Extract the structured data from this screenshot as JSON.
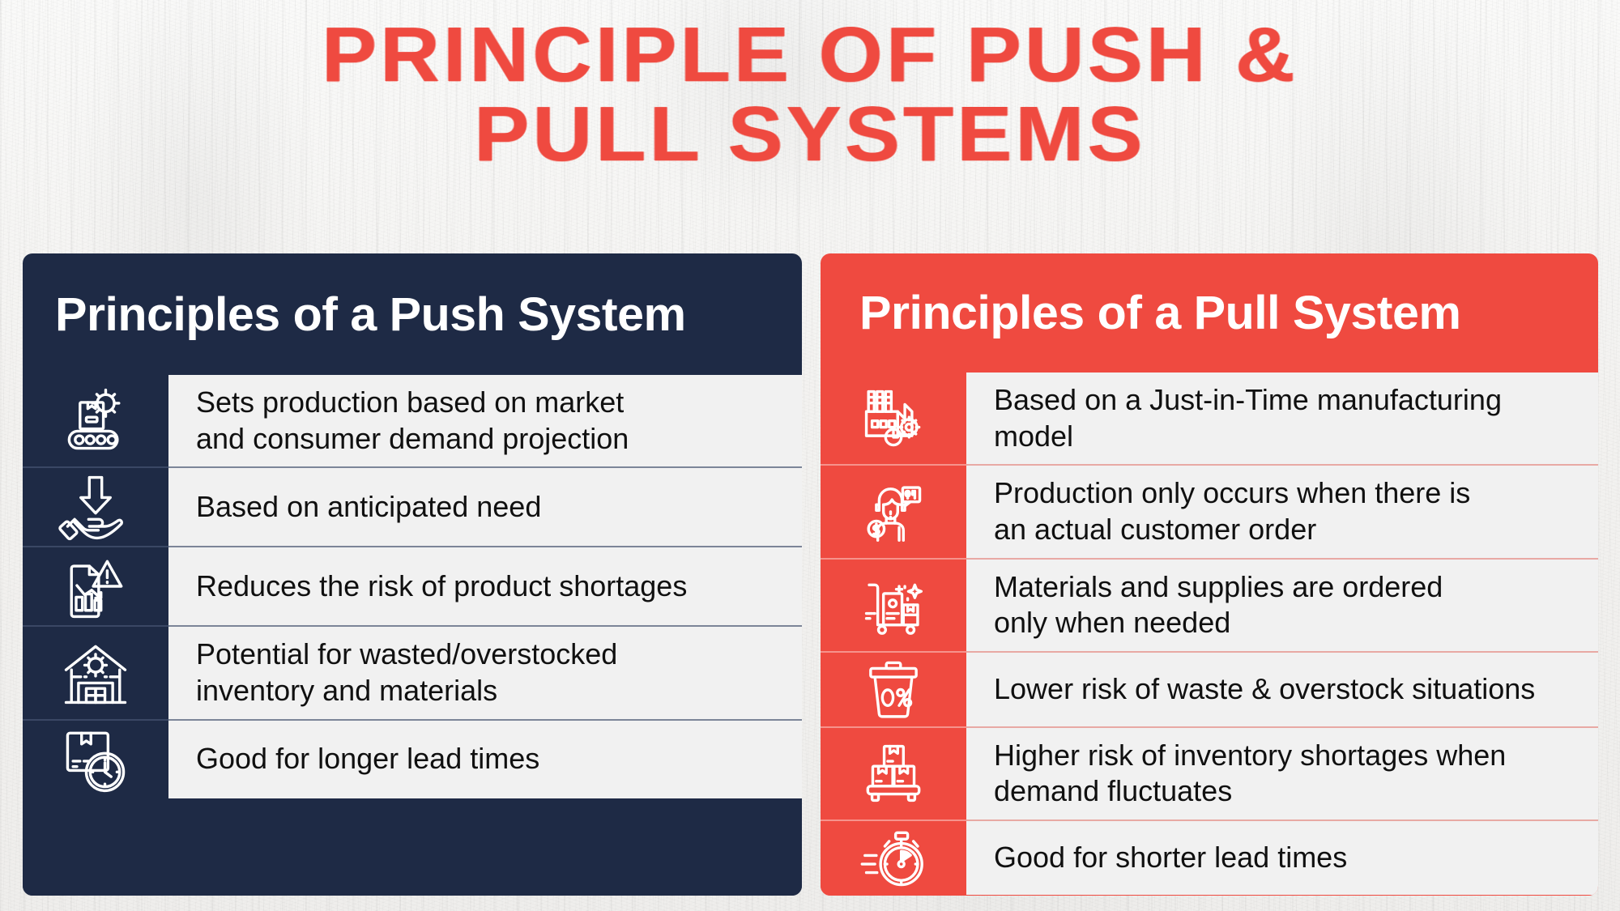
{
  "title": {
    "line1": "PRINCIPLE OF PUSH &",
    "line2": "PULL SYSTEMS",
    "color": "#ef4a40"
  },
  "colors": {
    "navy": "#1e2a45",
    "red": "#ef4a40",
    "row_bg": "#f1f1f1",
    "text": "#101010",
    "background": "#f4f3f1"
  },
  "push_panel": {
    "header": "Principles of a Push System",
    "accent": "#1e2a45",
    "rows": [
      {
        "icon": "conveyor-belt-gear-icon",
        "text": "Sets production based on market\nand consumer demand projection"
      },
      {
        "icon": "hand-down-arrow-icon",
        "text": "Based on anticipated need"
      },
      {
        "icon": "report-decline-warning-icon",
        "text": "Reduces the risk of product shortages"
      },
      {
        "icon": "warehouse-gear-icon",
        "text": "Potential for wasted/overstocked\ninventory and materials"
      },
      {
        "icon": "box-clock-icon",
        "text": "Good for longer lead times"
      }
    ]
  },
  "pull_panel": {
    "header": "Principles of a Pull System",
    "accent": "#ef4a40",
    "rows": [
      {
        "icon": "factory-gear-clock-icon",
        "text": "Based on a Just-in-Time manufacturing model"
      },
      {
        "icon": "customer-order-money-icon",
        "text": "Production only occurs when there is\nan actual customer order"
      },
      {
        "icon": "hand-truck-supplies-icon",
        "text": "Materials and supplies are ordered\nonly when needed"
      },
      {
        "icon": "trash-zero-percent-icon",
        "text": "Lower risk of waste & overstock situations"
      },
      {
        "icon": "stacked-boxes-pallet-icon",
        "text": "Higher risk of inventory shortages when\ndemand fluctuates"
      },
      {
        "icon": "fast-stopwatch-icon",
        "text": "Good for shorter lead times"
      }
    ]
  }
}
